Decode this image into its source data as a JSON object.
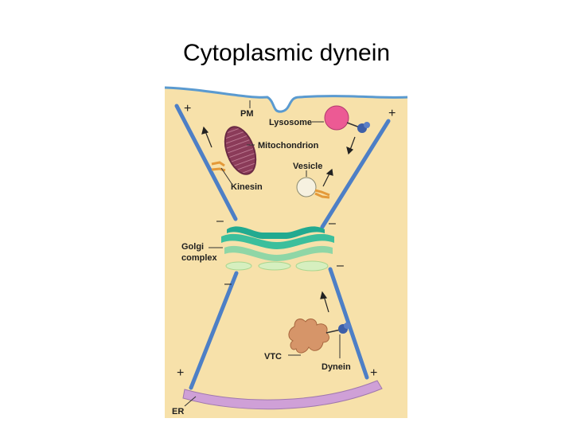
{
  "title": "Cytoplasmic dynein",
  "labels": {
    "pm": "PM",
    "lysosome": "Lysosome",
    "mitochondrion": "Mitochondrion",
    "vesicle": "Vesicle",
    "kinesin": "Kinesin",
    "golgi_line1": "Golgi",
    "golgi_line2": "complex",
    "vtc": "VTC",
    "dynein": "Dynein",
    "er": "ER"
  },
  "polarity": {
    "plus": "+",
    "minus": "–"
  },
  "colors": {
    "cytoplasm": "#f7e1aa",
    "microtubule": "#4d7fc6",
    "lysosome": "#ec5a94",
    "mitochondrion": "#8b3b59",
    "golgi_dark": "#22aa90",
    "golgi_mid": "#8fd6a6",
    "golgi_light": "#d6efbf",
    "vtc": "#d69569",
    "er": "#cfa0d7",
    "motor_head": "#3d5fa8",
    "kinesin": "#e49a3a"
  }
}
